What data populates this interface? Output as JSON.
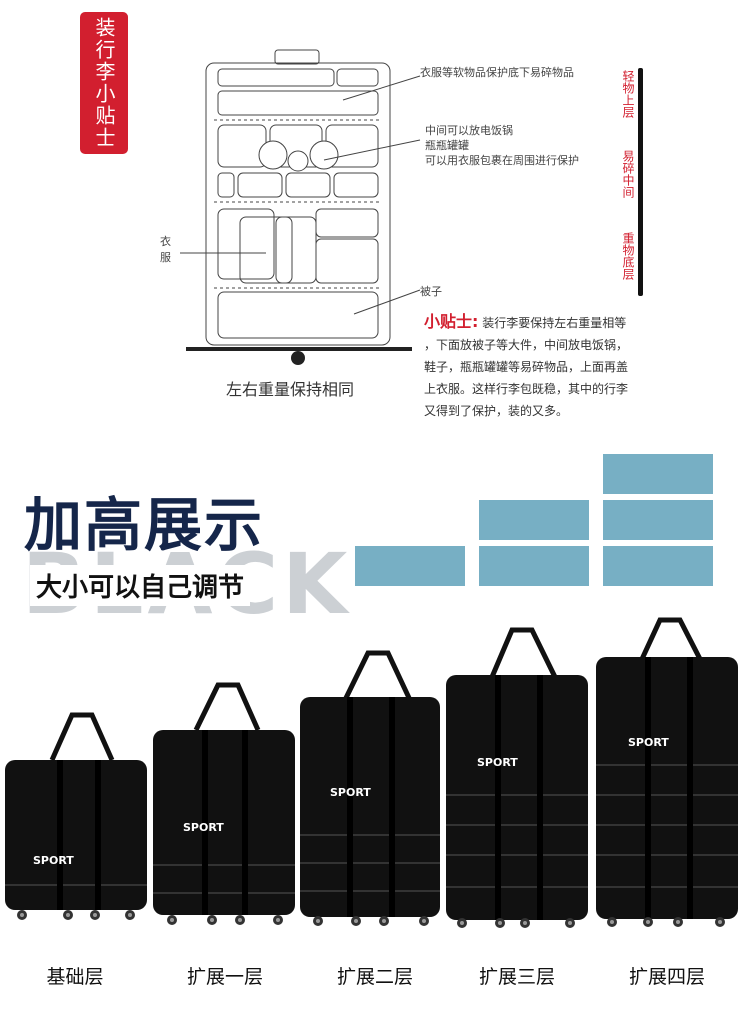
{
  "tips_header": {
    "tag_label": "装行李小贴士"
  },
  "diagram": {
    "callouts": {
      "top": "衣服等软物品保护底下易碎物品",
      "middle_1": "中间可以放电饭锅",
      "middle_2": "瓶瓶罐罐",
      "middle_3": "可以用衣服包裹在周围进行保护",
      "left": "衣服",
      "bottom": "被子"
    },
    "balance_label": "左右重量保持相同"
  },
  "layer_labels": [
    "轻物上层",
    "易碎中间",
    "重物底层"
  ],
  "tip": {
    "title": "小贴士:",
    "line1": "装行李要保持左右重量相等",
    "line2": "，下面放被子等大件，中间放电饭锅，",
    "line3": "鞋子，瓶瓶罐罐等易碎物品，上面再盖",
    "line4": "上衣服。这样行李包既稳，其中的行李",
    "line5": "又得到了保护，装的又多。"
  },
  "showcase": {
    "title": "加高展示",
    "watermark": "BLACK",
    "subtitle": "大小可以自己调节",
    "bag_brand": "SPORT",
    "bags": [
      "基础层",
      "扩展一层",
      "扩展二层",
      "扩展三层",
      "扩展四层"
    ]
  },
  "colors": {
    "accent_red": "#d21f2f",
    "navy": "#15264a",
    "block_blue": "#77afc4",
    "bag_black": "#111111"
  }
}
